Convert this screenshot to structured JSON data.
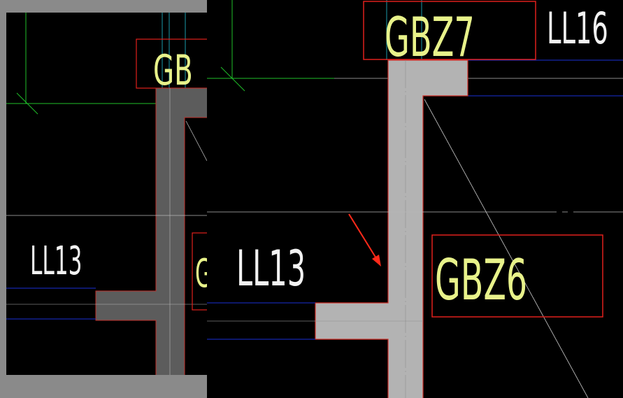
{
  "left_view": {
    "labels": {
      "gbz7_partial": "GB",
      "ll13": "LL13",
      "gbz6_partial": "G"
    }
  },
  "right_view": {
    "labels": {
      "gbz7": "GBZ7",
      "ll16_partial": "LL16",
      "ll13": "LL13",
      "gbz6": "GBZ6"
    }
  },
  "colors": {
    "label_text_yellow": "#e8f28a",
    "label_text_white": "#f2f2f2",
    "label_box_red": "#e0201c",
    "wall_fill_light": "#b3b3b3",
    "wall_fill_dark": "#5c5c5c",
    "axis_line_gray": "#b8b8b8",
    "axis_cyan": "#1a9aaa",
    "axis_green": "#1fbf2a",
    "beam_line_blue": "#1a2fd6",
    "annotation_arrow": "#ff2a1a"
  }
}
